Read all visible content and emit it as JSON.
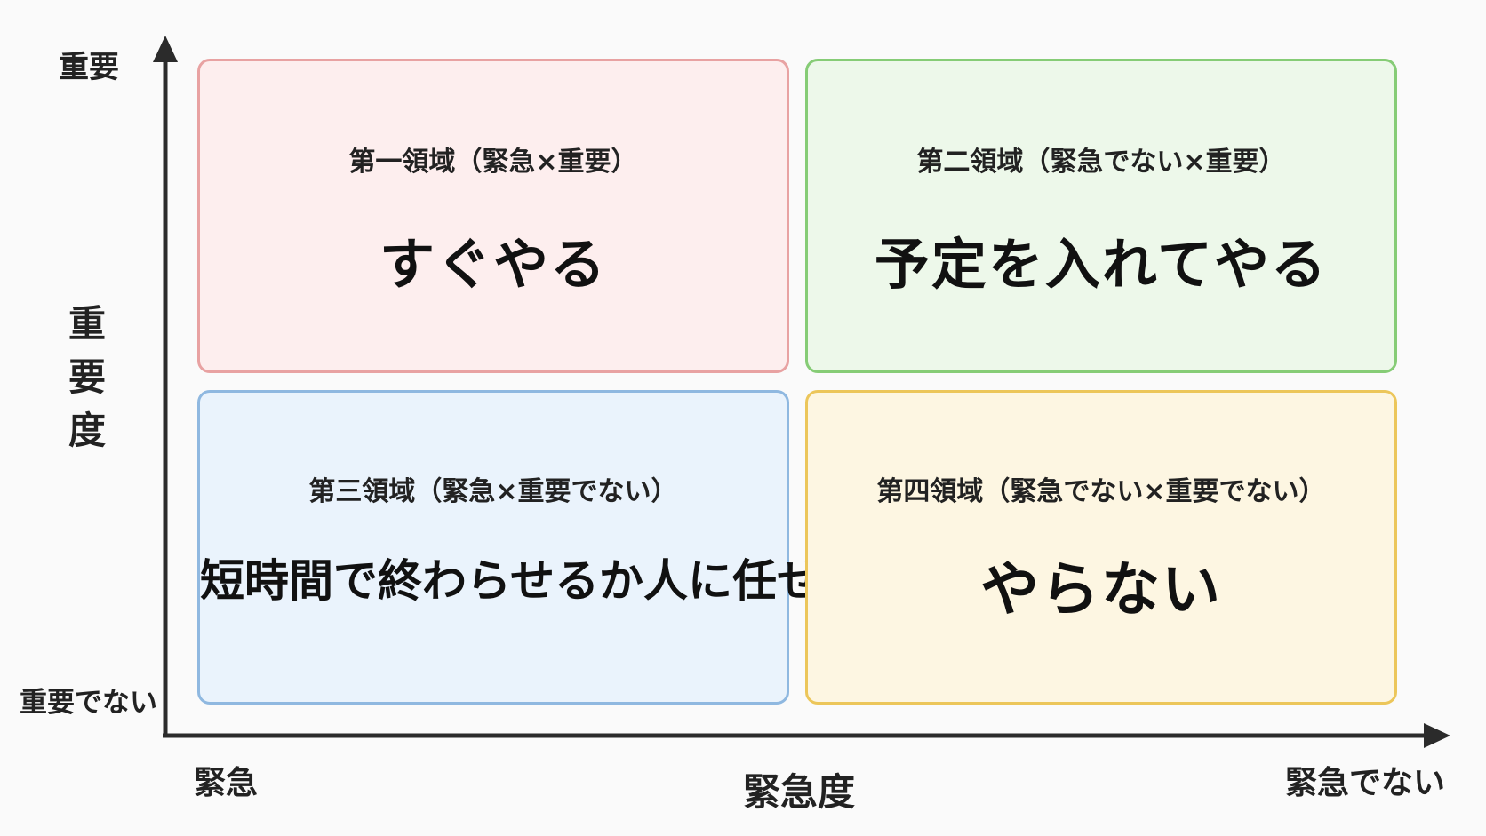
{
  "colors": {
    "axis": "#2b2b2b",
    "q1_border": "#e8a2a2",
    "q1_fill": "#fdeeee",
    "q2_border": "#86cc76",
    "q2_fill": "#edf8ea",
    "q3_border": "#8fb8e0",
    "q3_fill": "#eaf3fc",
    "q4_border": "#ecc65a",
    "q4_fill": "#fdf6e2"
  },
  "axis": {
    "y_top": "重要",
    "y_title": "重要度",
    "y_bottom": "重要でない",
    "x_left": "緊急",
    "x_title": "緊急度",
    "x_right": "緊急でない"
  },
  "quadrants": [
    {
      "title": "第一領域（緊急×重要）",
      "action": "すぐやる"
    },
    {
      "title": "第二領域（緊急でない×重要）",
      "action": "予定を入れてやる"
    },
    {
      "title": "第三領域（緊急×重要でない）",
      "action": "短時間で終わらせるか人に任せる"
    },
    {
      "title": "第四領域（緊急でない×重要でない）",
      "action": "やらない"
    }
  ]
}
